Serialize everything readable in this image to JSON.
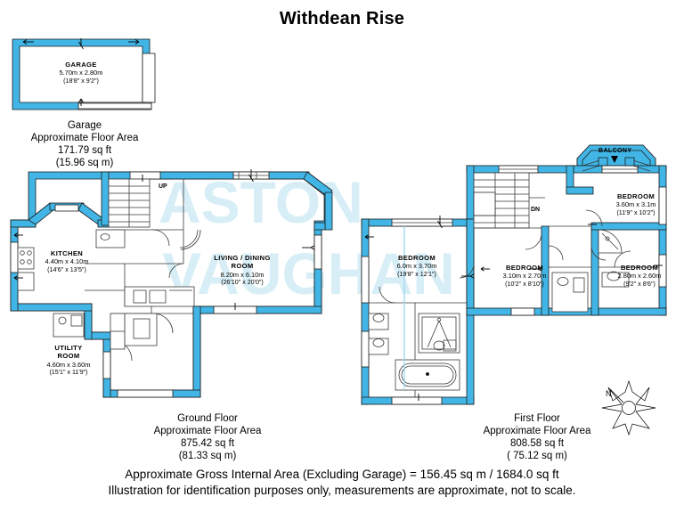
{
  "page": {
    "title": "Withdean Rise",
    "watermark": "ASTON VAUGHAN",
    "colors": {
      "wall": "#41b6e6",
      "wall_stroke": "#1a1a1a",
      "watermark": "#d7eef7",
      "text": "#000000",
      "fixture_line": "#333333",
      "background": "#ffffff"
    }
  },
  "garage": {
    "room": {
      "name": "GARAGE",
      "metric": "5.70m x 2.80m",
      "imperial": "(18'8\" x 9'2\")"
    },
    "caption": {
      "line1": "Garage",
      "line2": "Approximate Floor Area",
      "line3": "171.79 sq ft",
      "line4": "(15.96 sq m)"
    }
  },
  "ground_floor": {
    "caption": {
      "line1": "Ground Floor",
      "line2": "Approximate Floor Area",
      "line3": "875.42 sq ft",
      "line4": "(81.33 sq m)"
    },
    "stair_label": "UP",
    "rooms": [
      {
        "name": "KITCHEN",
        "metric": "4.40m x 4.10m",
        "imperial": "(14'6\" x 13'5\")"
      },
      {
        "name": "LIVING / DINING",
        "name2": "ROOM",
        "metric": "8.20m x 6.10m",
        "imperial": "(26'10\" x 20'0\")"
      },
      {
        "name": "UTILITY",
        "name2": "ROOM",
        "metric": "4.60m x 3.60m",
        "imperial": "(15'1\" x 11'9\")"
      }
    ]
  },
  "first_floor": {
    "caption": {
      "line1": "First Floor",
      "line2": "Approximate Floor Area",
      "line3": "808.58 sq ft",
      "line4": "( 75.12 sq m)"
    },
    "stair_label": "DN",
    "balcony_label": "BALCONY",
    "rooms": [
      {
        "name": "BEDROOM",
        "metric": "6.0m x 3.70m",
        "imperial": "(19'8\" x 12'1\")"
      },
      {
        "name": "BEDROOM",
        "metric": "3.10m x 2.70m",
        "imperial": "(10'2\" x 8'10\")"
      },
      {
        "name": "BEDROOM",
        "metric": "3.60m x 3.1m",
        "imperial": "(11'9\" x 10'2\")"
      },
      {
        "name": "BEDROOM",
        "metric": "2.80m x 2.60m",
        "imperial": "(9'2\" x 8'6\")"
      }
    ]
  },
  "compass": {
    "label": "N"
  },
  "footer": {
    "line1": "Approximate Gross Internal Area (Excluding Garage) = 156.45 sq m / 1684.0 sq ft",
    "line2": "Illustration for identification purposes only, measurements are approximate, not to scale."
  }
}
